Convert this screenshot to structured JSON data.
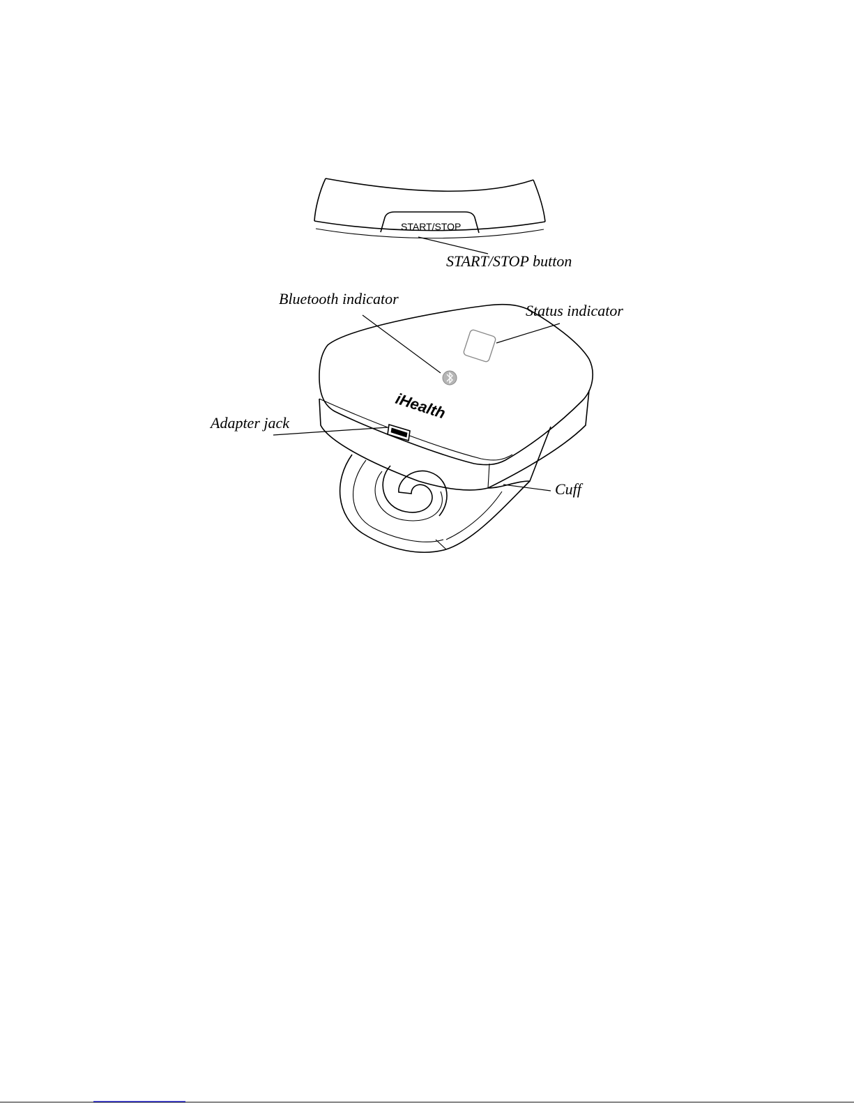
{
  "figure": {
    "button_face_label": "START/STOP",
    "brand_logo": "iHealth",
    "callouts": {
      "start_stop_button": "START/STOP button",
      "bluetooth_indicator": "Bluetooth indicator",
      "status_indicator": "Status indicator",
      "adapter_jack": "Adapter jack",
      "cuff": "Cuff"
    }
  },
  "footer": {
    "rule_color": "#000000",
    "link_underline_color": "#0000ff"
  }
}
